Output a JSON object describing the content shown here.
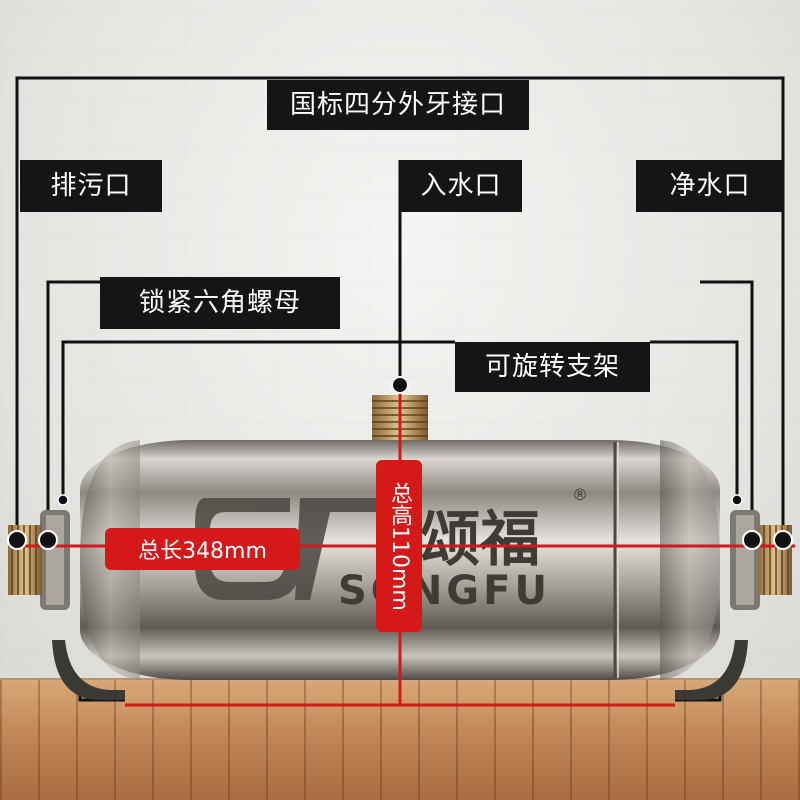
{
  "labels": {
    "thread": "国标四分外牙接口",
    "drain": "排污口",
    "inlet": "入水口",
    "outlet": "净水口",
    "hex_nut": "锁紧六角螺母",
    "bracket": "可旋转支架"
  },
  "dimensions": {
    "length": "总长348mm",
    "height": "总高110mm"
  },
  "product": {
    "brand_cn": "颂福",
    "brand_en": "SONGFU",
    "registered": "®"
  },
  "colors": {
    "label_bg": "#151515",
    "dimension_red": "#d51818",
    "steel": "#b8b4ae"
  }
}
